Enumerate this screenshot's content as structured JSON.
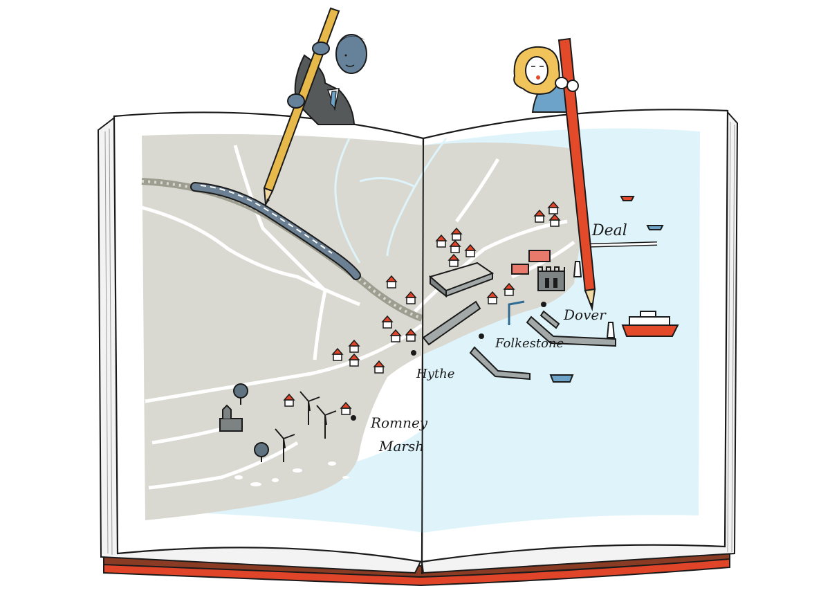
{
  "map": {
    "places": [
      {
        "id": "deal",
        "label": "Deal"
      },
      {
        "id": "dover",
        "label": "Dover"
      },
      {
        "id": "folkestone",
        "label": "Folkestone"
      },
      {
        "id": "hythe",
        "label": "Hythe"
      },
      {
        "id": "romney",
        "label": "Romney"
      },
      {
        "id": "marsh",
        "label": "Marsh"
      }
    ]
  },
  "colors": {
    "land": "#d9d9d2",
    "sea": "#dff4fa",
    "road": "#ffffff",
    "river": "#dff4fa",
    "outline": "#1a1a1a",
    "roof": "#e0452a",
    "book_cover": "#8a3b24",
    "book_edge": "#e0452a",
    "pencil_yellow": "#e7b94a",
    "pencil_red": "#e24a2a",
    "ferry": "#e24a2a",
    "man_skin": "#66829a",
    "suit": "#55595a",
    "woman_hair": "#f0c45a",
    "woman_top": "#6ea3c9",
    "tree": "#5f7380",
    "building": "#7d8282"
  },
  "icons": [
    "pencil-icon",
    "train-icon",
    "house-icon",
    "windmill-icon",
    "tree-icon",
    "ferry-icon",
    "boat-icon",
    "castle-icon",
    "church-icon",
    "lighthouse-icon",
    "crane-icon"
  ]
}
